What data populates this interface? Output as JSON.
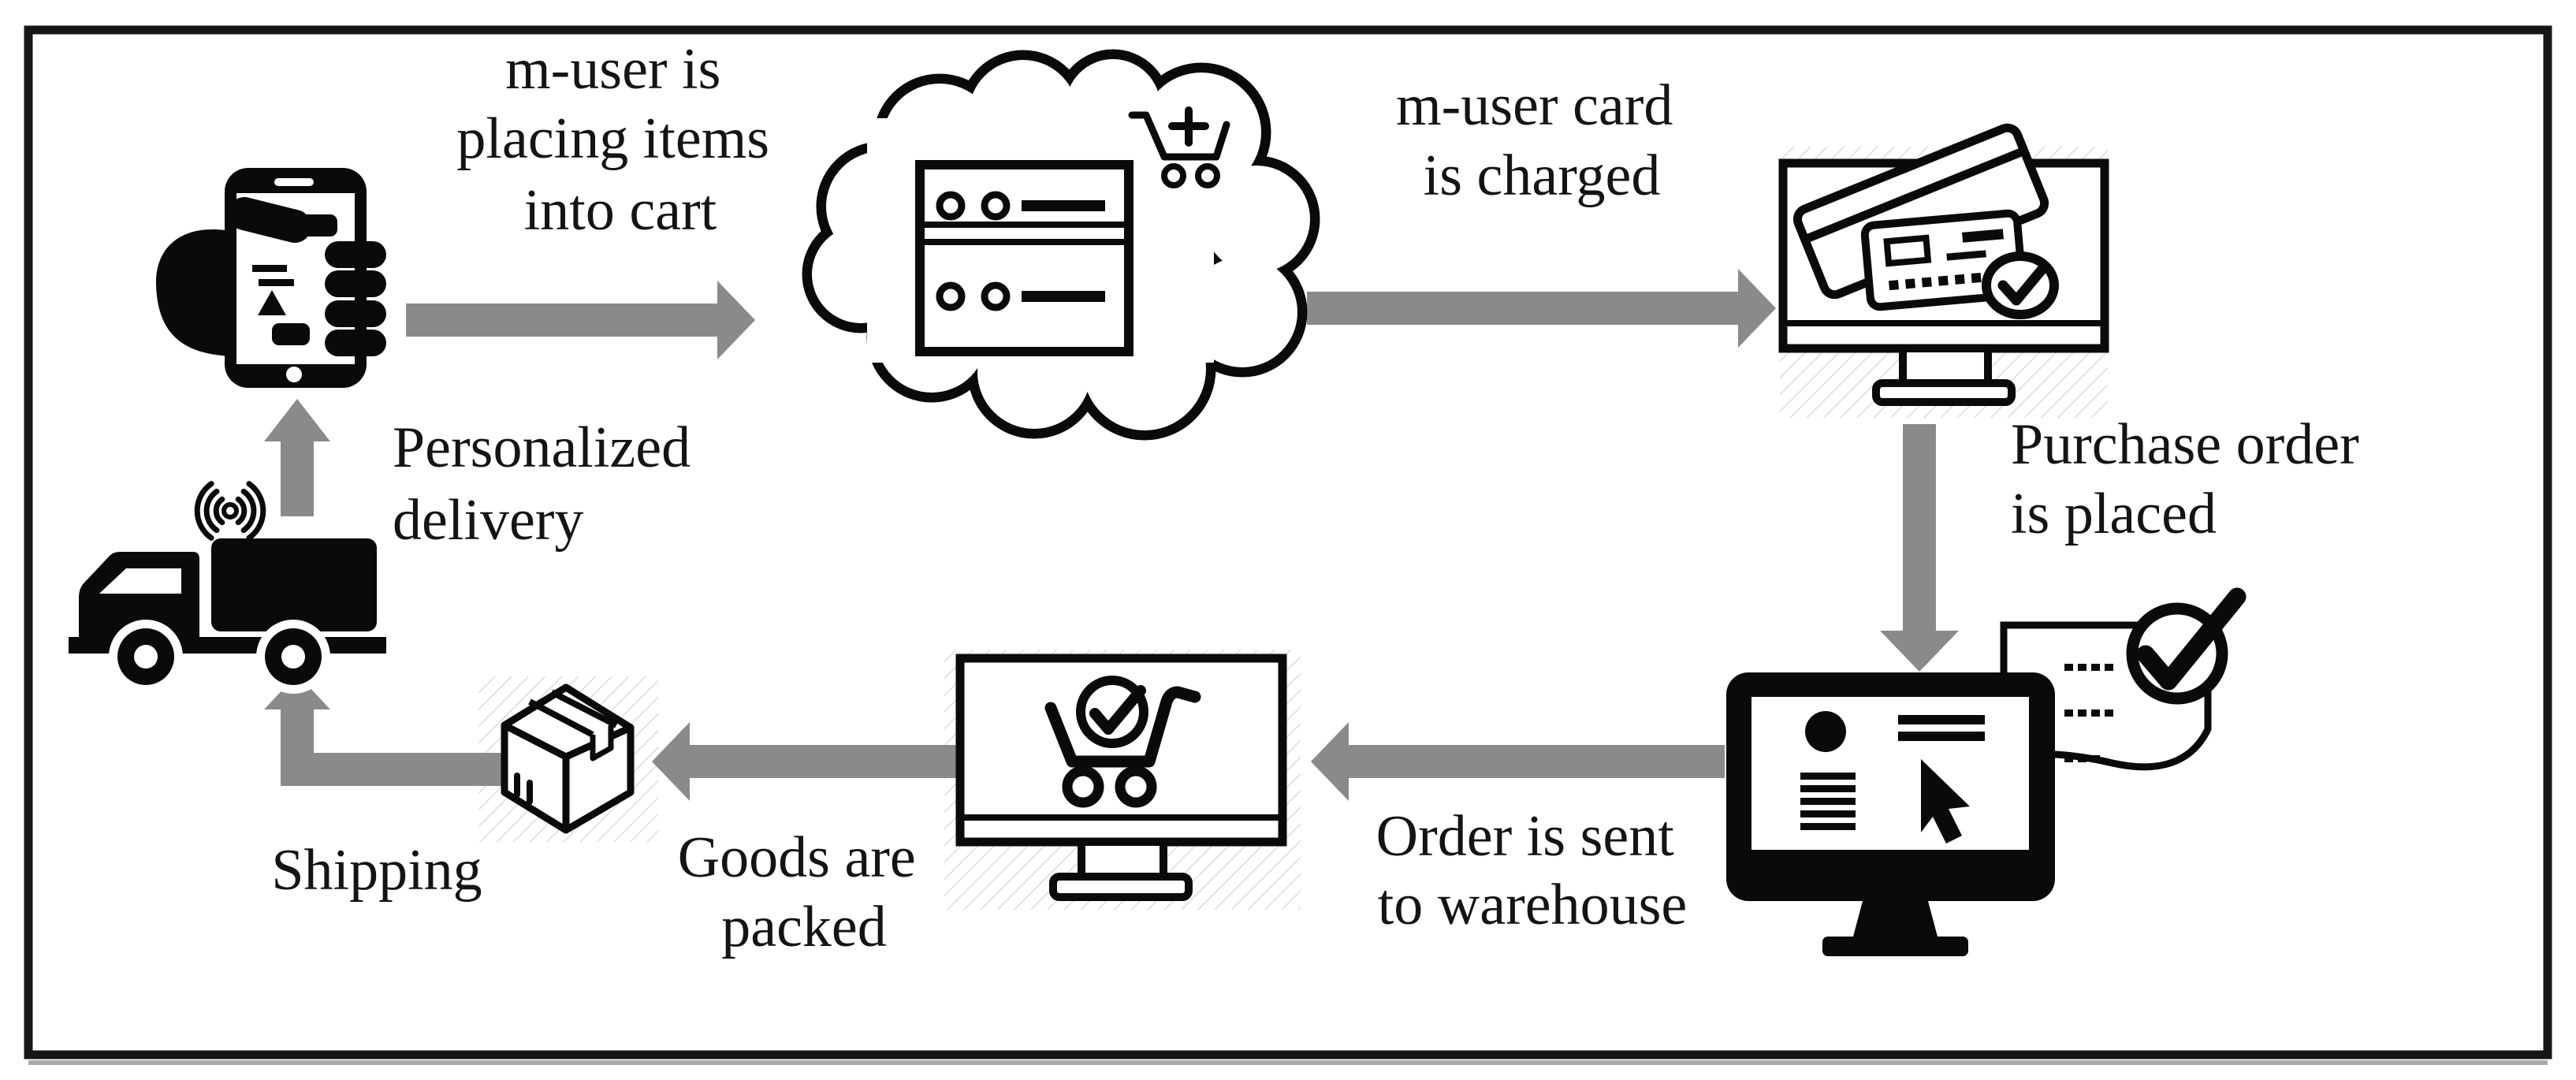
{
  "figure": {
    "type": "m-commerce order fulfillment process flow diagram",
    "background_color": "#ffffff",
    "border_color": "#161616",
    "arrow_color": "#8a8a8a",
    "icon_color": "#0a0a0a",
    "text_color": "#141414"
  },
  "labels": {
    "placing_items": {
      "line1": "m-user is",
      "line2": "placing items",
      "line3": "into cart"
    },
    "card_charged": {
      "line1": "m-user card",
      "line2": "is charged"
    },
    "purchase_order": {
      "line1": "Purchase order",
      "line2": "is placed"
    },
    "order_warehouse": {
      "line1": "Order is sent",
      "line2": "to warehouse"
    },
    "goods_packed": {
      "line1": "Goods are",
      "line2": "packed"
    },
    "shipping": "Shipping",
    "personalized": {
      "line1": "Personalized",
      "line2": "delivery"
    }
  },
  "icons": [
    {
      "name": "hand-holding-smartphone-icon"
    },
    {
      "name": "cloud-server-add-to-cart-icon"
    },
    {
      "name": "card-payment-monitor-icon"
    },
    {
      "name": "purchase-order-monitor-icon"
    },
    {
      "name": "order-document-check-icon"
    },
    {
      "name": "warehouse-cart-monitor-icon"
    },
    {
      "name": "package-box-icon"
    },
    {
      "name": "delivery-truck-wifi-icon"
    }
  ]
}
